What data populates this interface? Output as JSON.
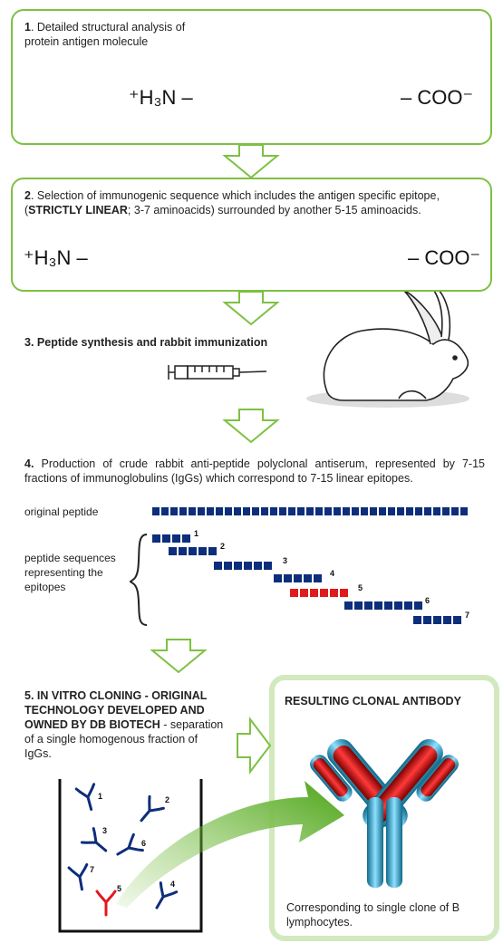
{
  "step1": {
    "number": "1",
    "text": ". Detailed structural analysis of protein antigen molecule",
    "n_terminus": "⁺H₃N –",
    "c_terminus": "– COO⁻"
  },
  "step2": {
    "number": "2",
    "text_a": ". Selection of immunogenic sequence which includes the antigen specific epitope, (",
    "text_bold": "STRICTLY LINEAR",
    "text_b": "; 3-7 aminoacids) surrounded by another 5-15 aminoacids.",
    "n_terminus": "⁺H₃N –",
    "c_terminus": "– COO⁻"
  },
  "step3": {
    "number": "3",
    "text": ". Peptide synthesis and rabbit immunization"
  },
  "step4": {
    "number": "4.",
    "text": " Production of crude rabbit anti-peptide polyclonal antiserum, represented by 7-15 fractions of immunoglobulins (IgGs) which correspond to 7-15 linear epitopes.",
    "original_peptide_label": "original peptide",
    "epitopes_label": "peptide sequences representing the epitopes",
    "fragment_numbers": [
      "1",
      "2",
      "3",
      "4",
      "5",
      "6",
      "7"
    ]
  },
  "step5": {
    "number": "5",
    "text_bold": ". IN VITRO CLONING - ORIGINAL TECHNOLOGY DEVELOPED AND OWNED BY DB BIOTECH",
    "text_rest": " - separation of a single homogenous fraction of IgGs.",
    "antibody_numbers": [
      "1",
      "2",
      "3",
      "6",
      "7",
      "5",
      "4"
    ]
  },
  "result": {
    "title": "RESULTING CLONAL ANTIBODY",
    "caption": "Corresponding to single clone of B lymphocytes."
  },
  "colors": {
    "green": "#7dc142",
    "blue": "#0d2e7a",
    "red": "#e01b1b"
  }
}
